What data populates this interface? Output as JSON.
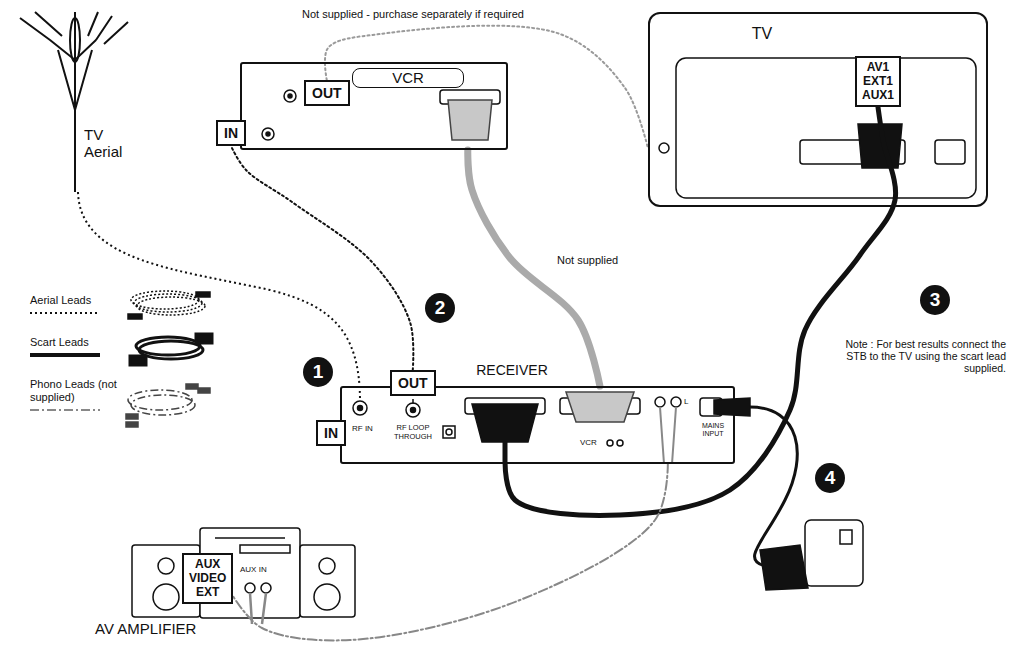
{
  "diagram": {
    "nodes": [
      {
        "text": [
          "VCR"
        ]
      },
      {
        "text": [
          "OUT"
        ],
        "in": 0
      },
      {
        "text": [
          "IN"
        ],
        "in": 0
      },
      {
        "text": [
          "TV"
        ]
      },
      {
        "text": [
          "AV1",
          "EXT1",
          "AUX1"
        ],
        "in": 3
      },
      {
        "text": [
          "RECEIVER"
        ]
      },
      {
        "text": [
          "OUT"
        ],
        "in": 5
      },
      {
        "text": [
          "IN"
        ],
        "in": 5
      },
      {
        "text": [
          "AV AMPLIFIER"
        ]
      },
      {
        "text": [
          "AUX",
          "VIDEO",
          "EXT"
        ],
        "in": 8
      }
    ],
    "edges": [
      {
        "from": 6,
        "to": 2,
        "arrow": "none"
      },
      {
        "from": 1,
        "to": 3,
        "arrow": "none",
        "label": "Not supplied - purchase separately if required"
      },
      {
        "from": 0,
        "to": 5,
        "arrow": "none",
        "label": "Not supplied"
      },
      {
        "from": 5,
        "to": 4,
        "arrow": "none"
      },
      {
        "from": 5,
        "to": 9,
        "arrow": "none"
      }
    ],
    "labels": [
      "TV Aerial",
      "1",
      "2",
      "3",
      "4",
      "RF IN",
      "RF LOOP THROUGH",
      "VCR",
      "L",
      "MAINS INPUT",
      "Note : For best results connect the STB to the TV using the scart lead supplied.",
      "AUX IN"
    ],
    "legend": [
      {
        "text": "Aerial Leads"
      },
      {
        "text": "Scart Leads"
      },
      {
        "text": "Phono Leads (not supplied)"
      }
    ]
  }
}
